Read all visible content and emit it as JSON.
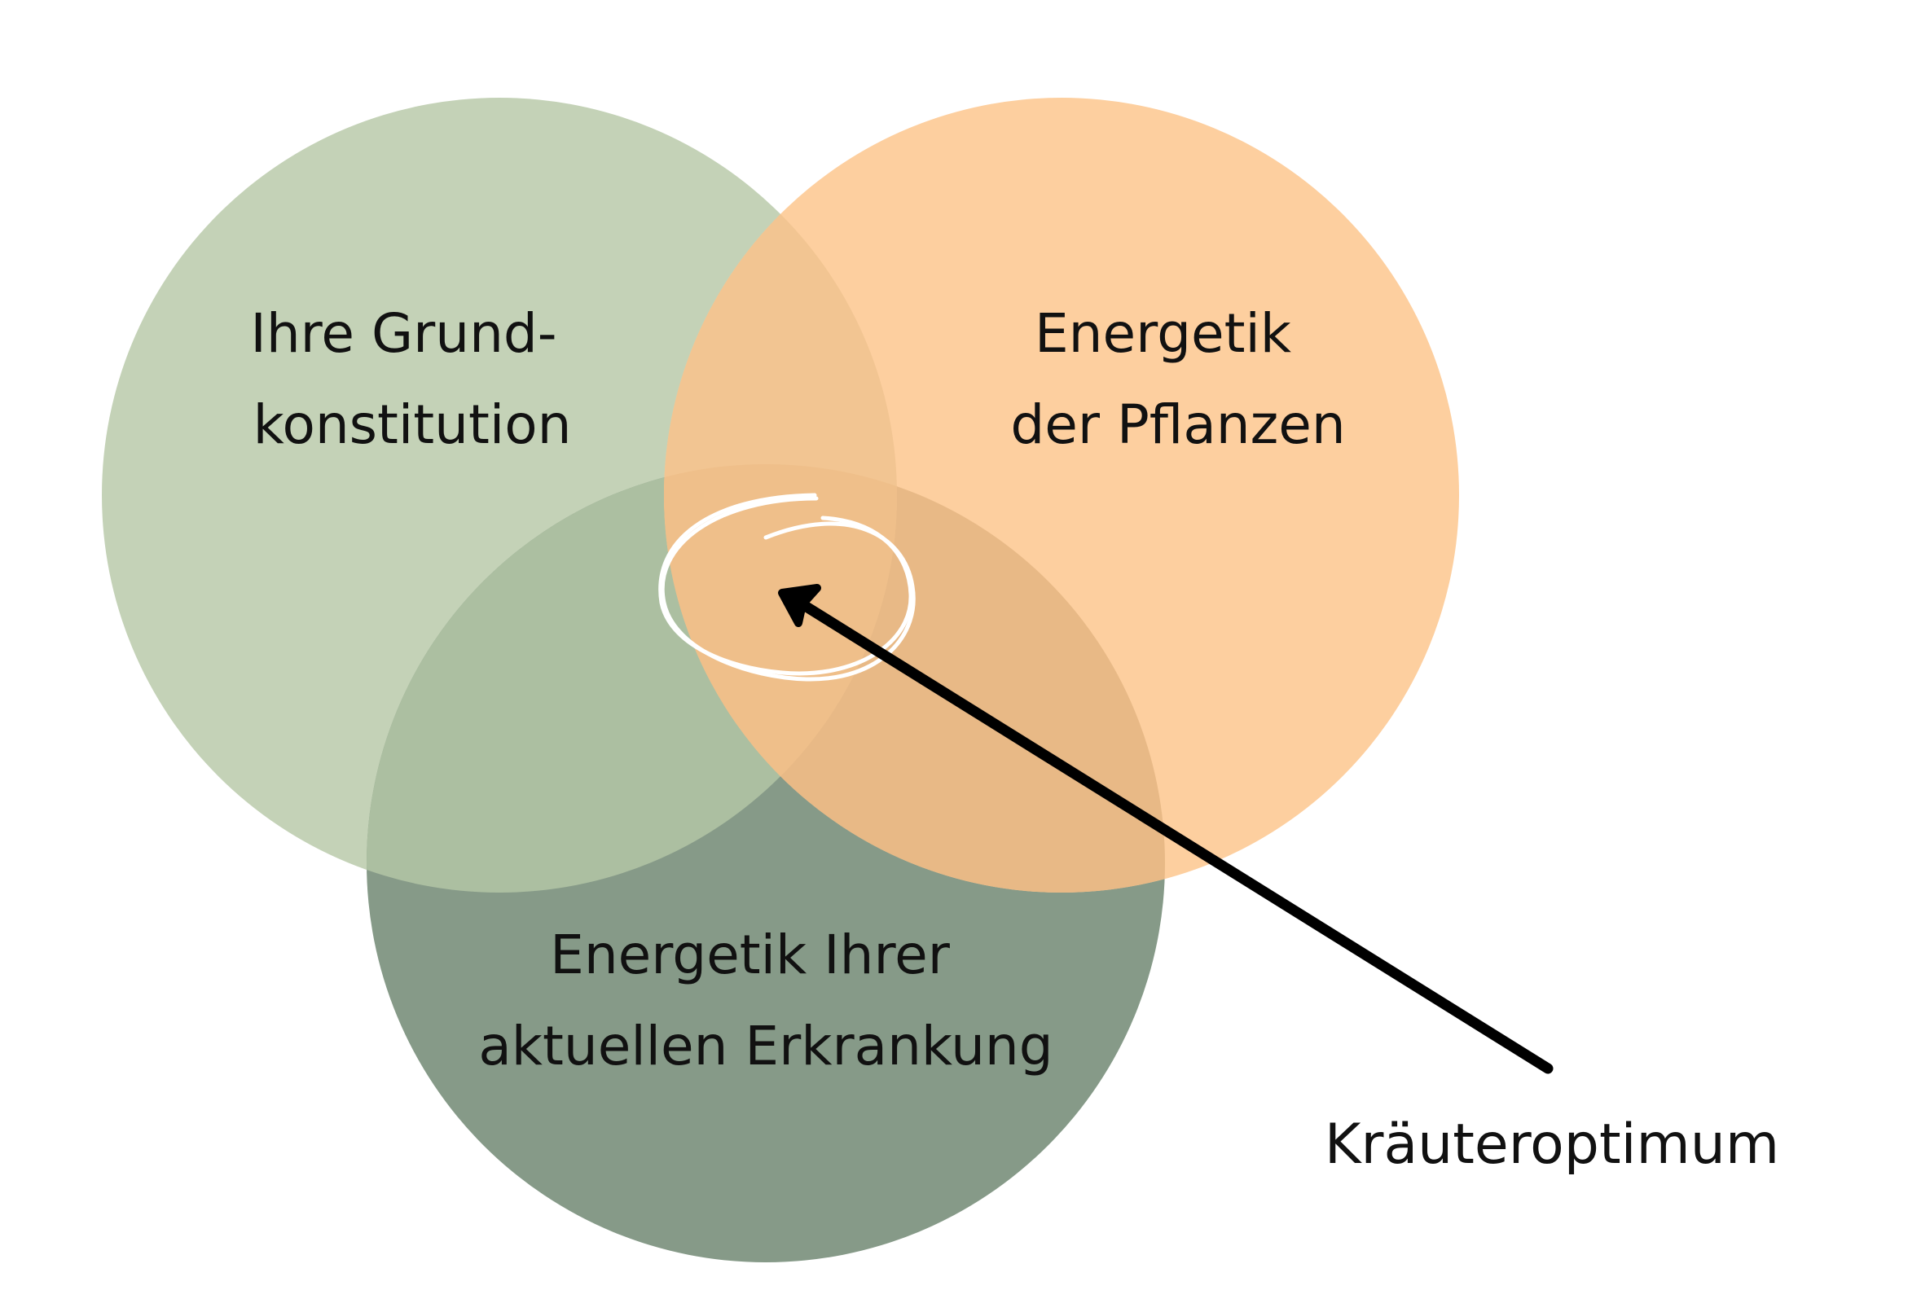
{
  "diagram": {
    "circles": [
      {
        "id": "constitution",
        "color": "#c4d2b7",
        "lines": [
          "Ihre Grund-",
          "konstitution"
        ]
      },
      {
        "id": "plants",
        "color": "#fdcf9f",
        "lines": [
          "Energetik",
          "der Pflanzen"
        ]
      },
      {
        "id": "illness",
        "color": "#869a88",
        "lines": [
          "Energetik Ihrer",
          "aktuellen Erkrankung"
        ]
      }
    ],
    "highlight_color": "#ffffff",
    "arrow_color": "#000000",
    "callout": "Kräuteroptimum"
  }
}
